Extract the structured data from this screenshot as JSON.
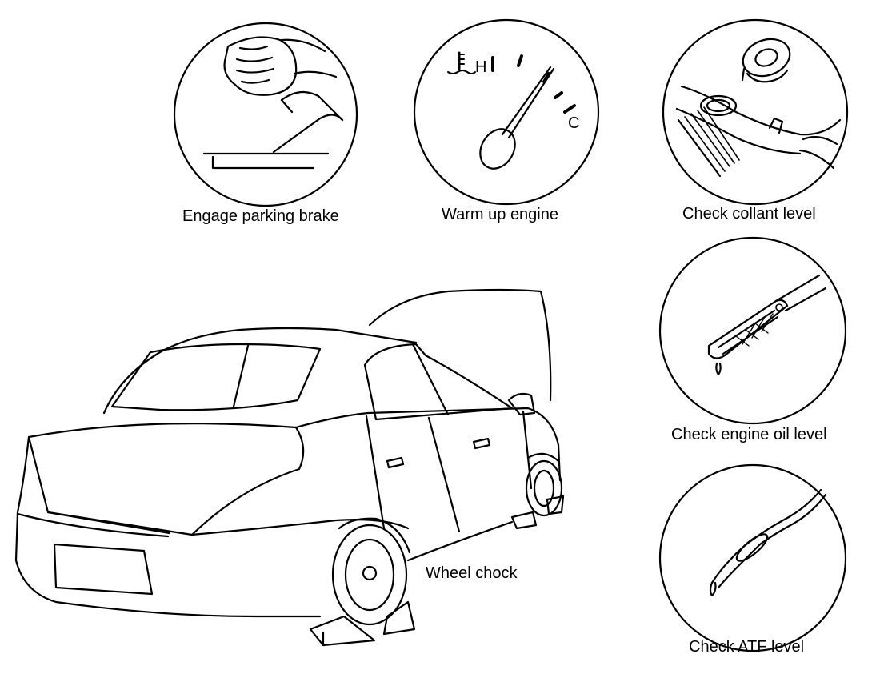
{
  "diagram": {
    "panels": [
      {
        "id": "brake",
        "label": "Engage parking brake",
        "icon": "parking-brake-hand-icon"
      },
      {
        "id": "warmup",
        "label": "Warm up engine",
        "icon": "temperature-gauge-icon"
      },
      {
        "id": "coolant",
        "label": "Check collant level",
        "icon": "radiator-cap-icon"
      },
      {
        "id": "oil",
        "label": "Check engine oil level",
        "icon": "oil-dipstick-icon"
      },
      {
        "id": "atf",
        "label": "Check ATF level",
        "icon": "atf-dipstick-icon"
      }
    ],
    "car_label": "Wheel chock",
    "gauge": {
      "hot": "H",
      "cold": "C"
    }
  }
}
